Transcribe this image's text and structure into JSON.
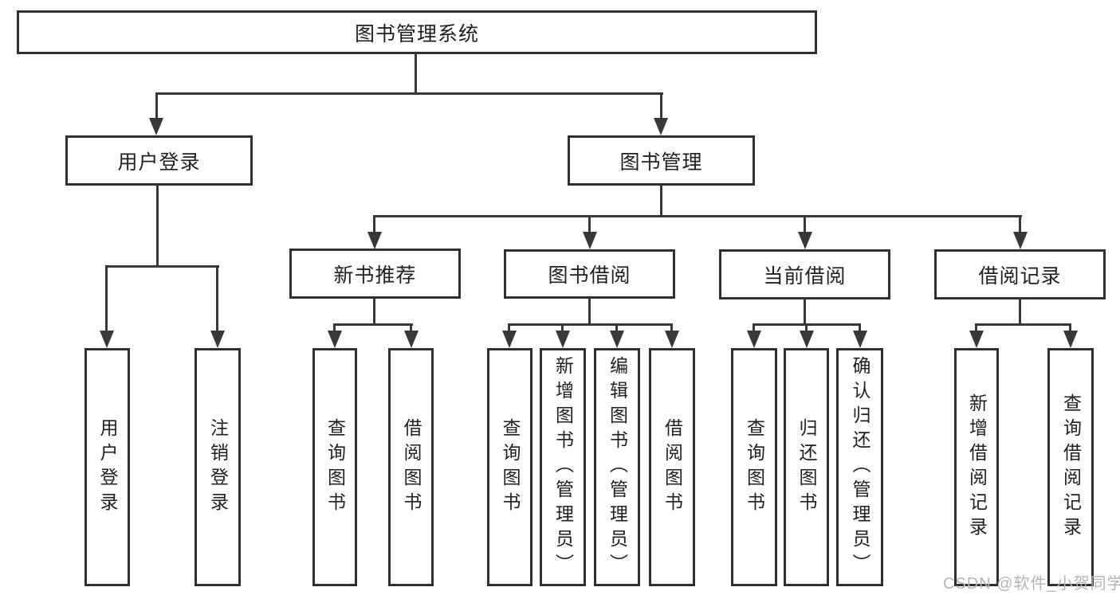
{
  "diagram": {
    "title": "图书管理系统",
    "branches": [
      {
        "label": "用户登录",
        "children": [
          {
            "label": "用户登录"
          },
          {
            "label": "注销登录"
          }
        ]
      },
      {
        "label": "图书管理",
        "children": [
          {
            "label": "新书推荐",
            "children": [
              {
                "label": "查询图书"
              },
              {
                "label": "借阅图书"
              }
            ]
          },
          {
            "label": "图书借阅",
            "children": [
              {
                "label": "查询图书"
              },
              {
                "label": "新增图书（管理员）"
              },
              {
                "label": "编辑图书（管理员）"
              },
              {
                "label": "借阅图书"
              }
            ]
          },
          {
            "label": "当前借阅",
            "children": [
              {
                "label": "查询图书"
              },
              {
                "label": "归还图书"
              },
              {
                "label": "确认归还（管理员）"
              }
            ]
          },
          {
            "label": "借阅记录",
            "children": [
              {
                "label": "新增借阅记录"
              },
              {
                "label": "查询借阅记录"
              }
            ]
          }
        ]
      }
    ]
  },
  "watermark": {
    "text": "CSDN @软件_小贺同学"
  },
  "colors": {
    "background": "#ffffff",
    "box_border": "#2f2f2f",
    "line": "#383838",
    "text": "#1f1f1f",
    "watermark": "#b4b4b4"
  }
}
